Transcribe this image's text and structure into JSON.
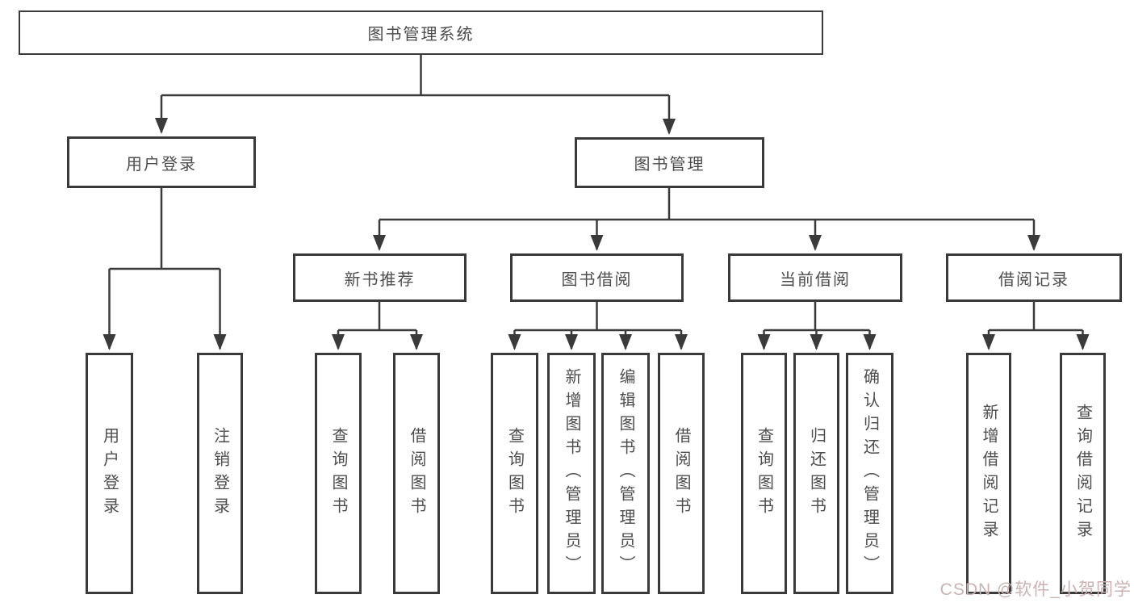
{
  "diagram": {
    "root": {
      "label": "图书管理系统"
    },
    "level2": [
      {
        "label": "用户登录"
      },
      {
        "label": "图书管理"
      }
    ],
    "level3": [
      {
        "label": "新书推荐"
      },
      {
        "label": "图书借阅"
      },
      {
        "label": "当前借阅"
      },
      {
        "label": "借阅记录"
      }
    ],
    "leaves": {
      "user_login": [
        "用户登录",
        "注销登录"
      ],
      "new_books": [
        "查询图书",
        "借阅图书"
      ],
      "book_borrow": [
        "查询图书",
        "新增图书（管理员）",
        "编辑图书（管理员）",
        "借阅图书"
      ],
      "current_borrow": [
        "查询图书",
        "归还图书",
        "确认归还（管理员）"
      ],
      "borrow_records": [
        "新增借阅记录",
        "查询借阅记录"
      ]
    }
  },
  "watermark": {
    "text": "CSDN @软件_小贺同学",
    "color": "#c9b2b2"
  },
  "colors": {
    "line": "#3a3a3a",
    "text": "#4d4d4d",
    "background": "#ffffff"
  }
}
